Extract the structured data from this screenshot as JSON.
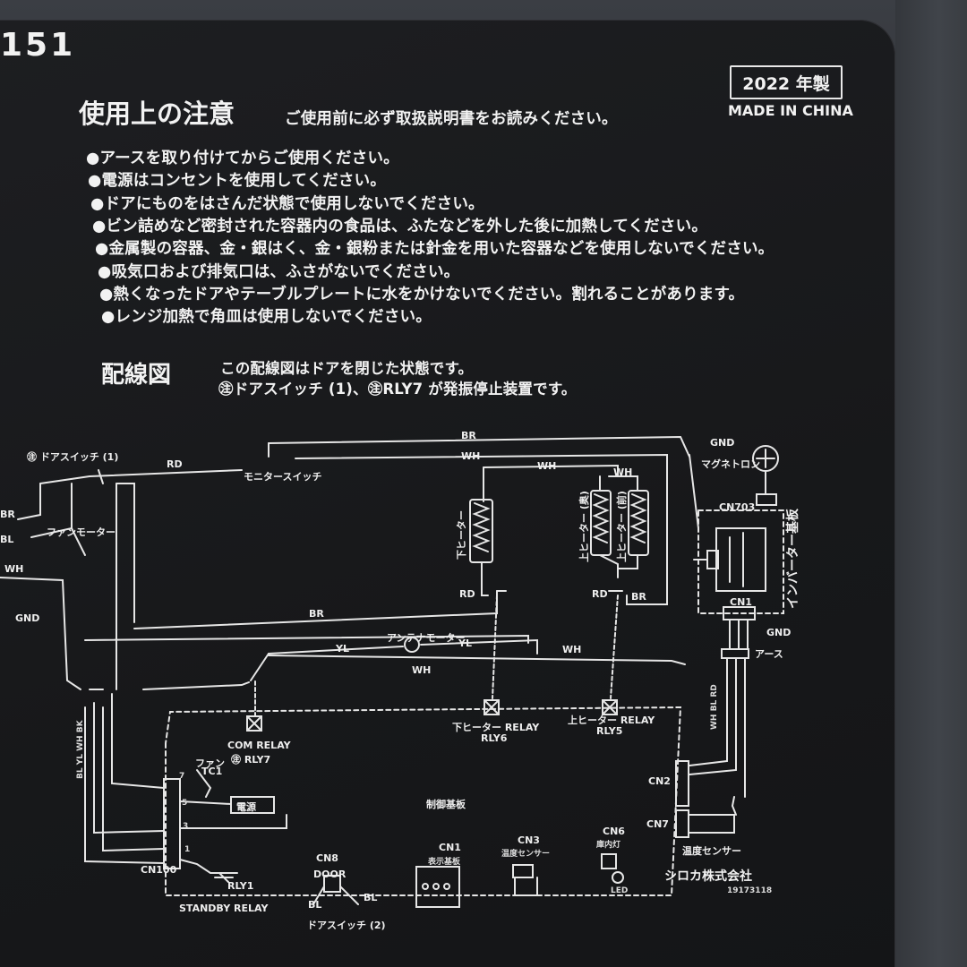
{
  "model_fragment": "151",
  "badge": {
    "year": "2022 年製",
    "origin": "MADE IN CHINA"
  },
  "caution": {
    "heading": "使用上の注意",
    "intro": "ご使用前に必ず取扱説明書をお読みください。",
    "items": [
      "●アースを取り付けてからご使用ください。",
      "●電源はコンセントを使用してください。",
      "●ドアにものをはさんだ状態で使用しないでください。",
      "●ビン詰めなど密封された容器内の食品は、ふたなどを外した後に加熱してください。",
      "●金属製の容器、金・銀はく、金・銀粉または針金を用いた容器などを使用しないでください。",
      "●吸気口および排気口は、ふさがないでください。",
      "●熱くなったドアやテーブルプレートに水をかけないでください。割れることがあります。",
      "●レンジ加熱で角皿は使用しないでください。"
    ]
  },
  "wiring": {
    "heading": "配線図",
    "note_line1": "この配線図はドアを閉じた状態です。",
    "note_line2": "㊟ドアスイッチ (1)、㊟RLY7 が発振停止装置です。",
    "labels": {
      "door_switch_1": "㊟ ドアスイッチ (1)",
      "rd_top": "RD",
      "br_top": "BR",
      "wh_top": "WH",
      "wh_mid": "WH",
      "wh_right": "WH",
      "monitor_switch": "モニタースイッチ",
      "gnd_top": "GND",
      "magnetron": "マグネトロン",
      "cn703": "CN703",
      "inverter_board": "インバーター基板",
      "br_left": "BR",
      "bl_left": "BL",
      "fan_motor": "ファンモーター",
      "wh_left": "WH",
      "gnd_left": "GND",
      "lower_heater": "下ヒーター",
      "upper_heater_a": "上ヒーター (奥)",
      "upper_heater_b": "上ヒーター (前)",
      "rd_lower": "RD",
      "rd_upper": "RD",
      "br_upper": "BR",
      "cn1_inverter": "CN1",
      "br_mid": "BR",
      "gnd_right": "GND",
      "earth": "アース",
      "antenna_motor": "アンテナモーター",
      "yl_left": "YL",
      "yl_right": "YL",
      "wh_bottom": "WH",
      "wh_long": "WH",
      "wire_colors": "WH BL RD",
      "com_relay": "COM RELAY",
      "rly7": "㊟ RLY7",
      "lower_heater_relay": "下ヒーター RELAY",
      "rly6": "RLY6",
      "upper_heater_relay": "上ヒーター RELAY",
      "rly5": "RLY5",
      "fan": "ファン",
      "tc1": "TC1",
      "left_wires": "BL YL WH BK",
      "pin7": "7",
      "pin5": "5",
      "pin3": "3",
      "pin1": "1",
      "power": "電源",
      "control_board": "制御基板",
      "cn2": "CN2",
      "cn7": "CN7",
      "temp_sensor_right": "温度センサー",
      "cn100": "CN100",
      "rly1": "RLY1",
      "standby_relay": "STANDBY RELAY",
      "cn8": "CN8",
      "door": "DOOR",
      "bl_a": "BL",
      "bl_b": "BL",
      "door_switch_2": "ドアスイッチ (2)",
      "cn1_display": "CN1",
      "display_board": "表示基板",
      "cn3": "CN3",
      "temp_sensor": "温度センサー",
      "cn6": "CN6",
      "lamp": "庫内灯",
      "led": "LED",
      "maker": "シロカ株式会社",
      "code": "19173118"
    }
  }
}
